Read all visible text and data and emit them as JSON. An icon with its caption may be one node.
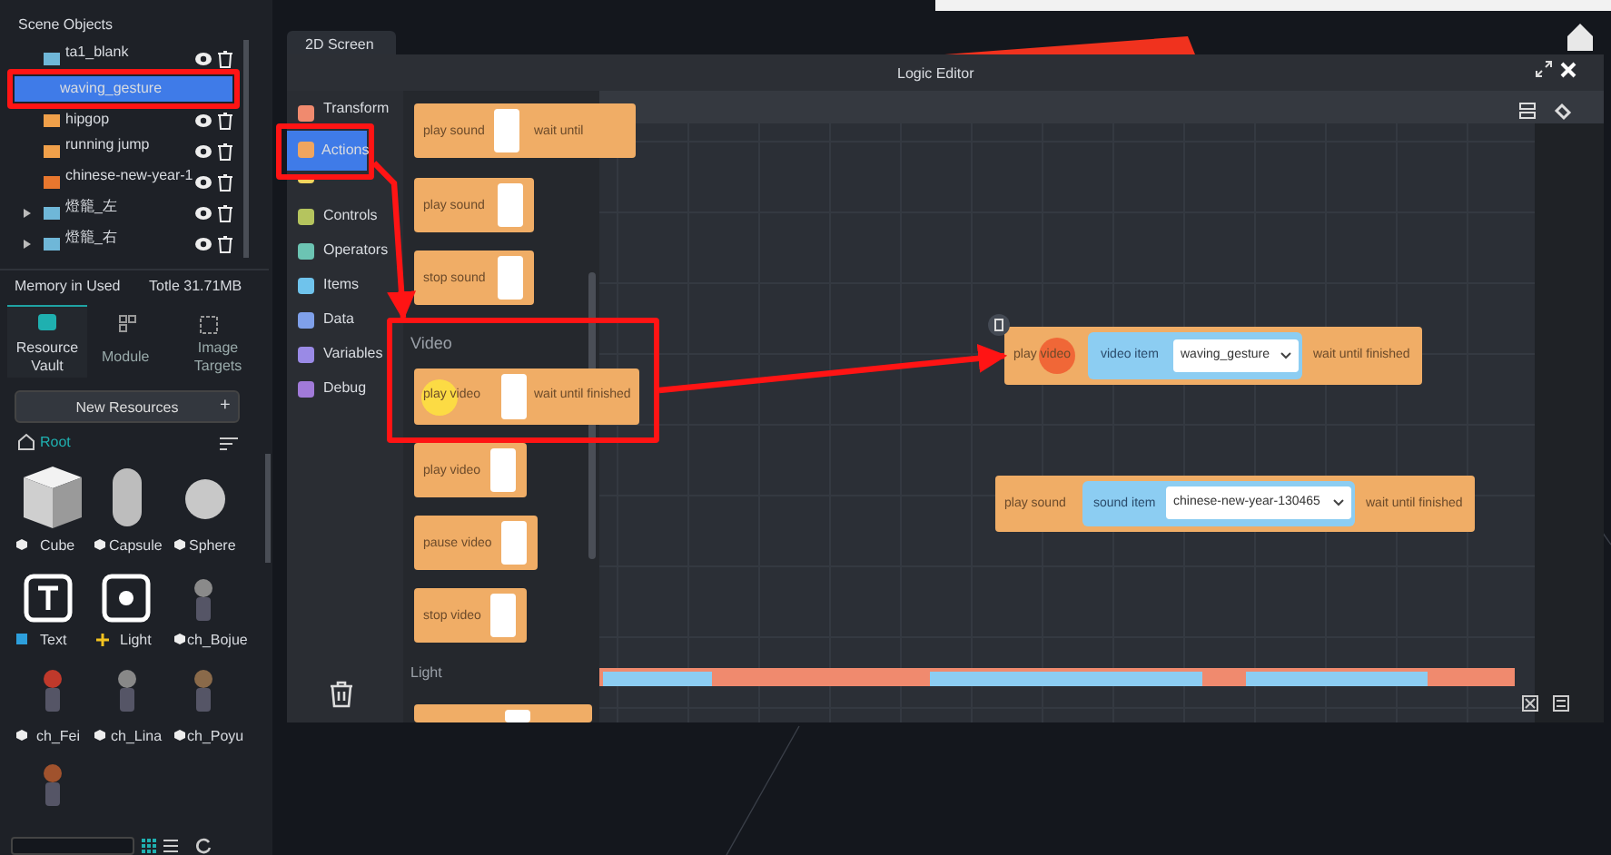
{
  "diagram": {
    "nodes": [
      {
        "text": [
          "waving_gesture"
        ]
      },
      {
        "text": [
          "Actions"
        ]
      },
      {
        "text": [
          "Video"
        ]
      },
      {
        "text": [
          "play video",
          "wait until finished"
        ],
        "in": 2
      },
      {
        "text": [
          "play video",
          "video item",
          "waving_gesture",
          "wait until finished"
        ]
      },
      {
        "text": [
          "play sound",
          "sound item",
          "chinese-new-year-130465",
          "wait until finished"
        ]
      },
      {
        "text": [
          "play sound",
          "wait until"
        ]
      },
      {
        "text": [
          "play sound"
        ]
      },
      {
        "text": [
          "stop sound"
        ]
      },
      {
        "text": [
          "play video"
        ]
      },
      {
        "text": [
          "pause video"
        ]
      },
      {
        "text": [
          "stop video"
        ]
      },
      {
        "text": [],
        "shape": "box"
      }
    ],
    "edges": [
      {
        "from": 1,
        "to": 2,
        "arrow": "to"
      },
      {
        "from": 2,
        "to": 4,
        "arrow": "to"
      }
    ],
    "labels": [
      "Scene Objects",
      "ta1_blank",
      "hipgop",
      "running jump",
      "chinese-new-year-1",
      "燈籠_左",
      "燈籠_右",
      "Memory in Used",
      "Totle 31.71MB",
      "Resource Vault",
      "Module",
      "Image Targets",
      "New Resources",
      "+",
      "Root",
      "Cube",
      "Capsule",
      "Sphere",
      "Text",
      "Light",
      "ch_Bojue",
      "ch_Fei",
      "ch_Lina",
      "ch_Poyu",
      "2D Screen",
      "Logic Editor",
      "Transform",
      "Controls",
      "Operators",
      "Items",
      "Data",
      "Variables",
      "Debug",
      "Light"
    ]
  }
}
